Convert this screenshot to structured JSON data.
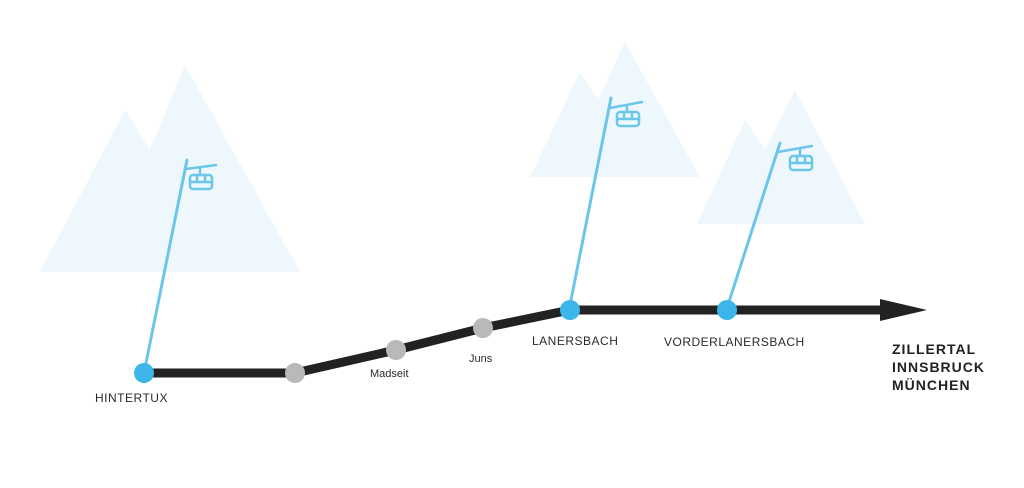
{
  "colors": {
    "mountain": "#eef8fc",
    "cable": "#6cc6ea",
    "station_main": "#3cb5ea",
    "station_minor": "#b9b9b9",
    "track": "#222222"
  },
  "stations": [
    {
      "name": "HINTERTUX",
      "type": "main"
    },
    {
      "name": "",
      "type": "minor"
    },
    {
      "name": "Madseit",
      "type": "minor"
    },
    {
      "name": "Juns",
      "type": "minor"
    },
    {
      "name": "LANERSBACH",
      "type": "main"
    },
    {
      "name": "VORDERLANERSBACH",
      "type": "main"
    }
  ],
  "destinations": [
    "ZILLERTAL",
    "INNSBRUCK",
    "MÜNCHEN"
  ]
}
